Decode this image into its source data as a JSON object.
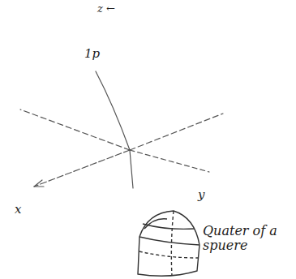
{
  "diagram": {
    "labels": [
      "z ←",
      "1p",
      "x",
      "y",
      "Quater of a spuere"
    ]
  }
}
